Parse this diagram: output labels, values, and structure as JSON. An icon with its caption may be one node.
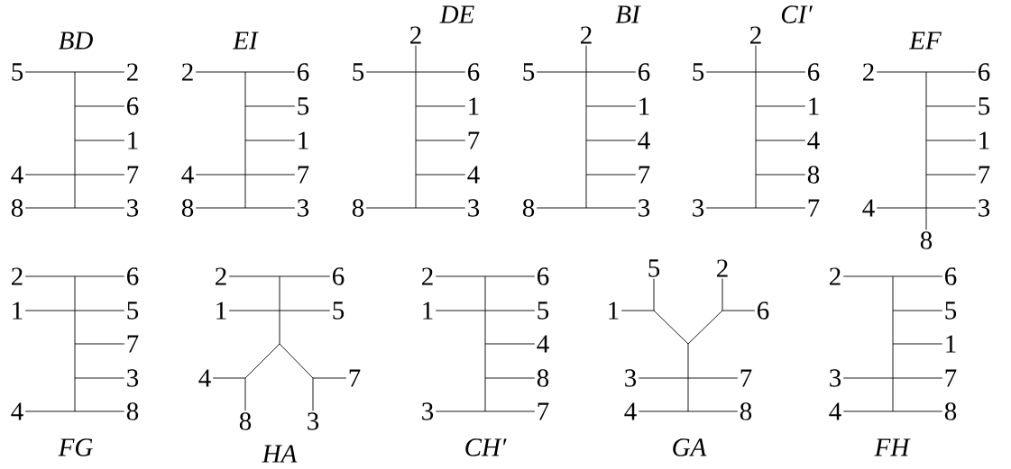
{
  "diagram": {
    "nodes": [
      {
        "text": [],
        "shape": "line"
      },
      {
        "text": [
          "5"
        ]
      },
      {
        "text": [
          "2"
        ]
      },
      {
        "text": [
          "6"
        ]
      },
      {
        "text": [
          "1"
        ]
      },
      {
        "text": [
          "4"
        ]
      },
      {
        "text": [
          "7"
        ]
      },
      {
        "text": [
          "8"
        ]
      },
      {
        "text": [
          "3"
        ]
      },
      {
        "text": [],
        "shape": "line"
      },
      {
        "text": [
          "2"
        ]
      },
      {
        "text": [
          "6"
        ]
      },
      {
        "text": [
          "5"
        ]
      },
      {
        "text": [
          "1"
        ]
      },
      {
        "text": [
          "4"
        ]
      },
      {
        "text": [
          "7"
        ]
      },
      {
        "text": [
          "8"
        ]
      },
      {
        "text": [
          "3"
        ]
      },
      {
        "text": [],
        "shape": "line"
      },
      {
        "text": [
          "2"
        ]
      },
      {
        "text": [
          "5"
        ]
      },
      {
        "text": [
          "6"
        ]
      },
      {
        "text": [
          "1"
        ]
      },
      {
        "text": [
          "7"
        ]
      },
      {
        "text": [
          "4"
        ]
      },
      {
        "text": [
          "8"
        ]
      },
      {
        "text": [
          "3"
        ]
      },
      {
        "text": [],
        "shape": "line"
      },
      {
        "text": [
          "2"
        ]
      },
      {
        "text": [
          "5"
        ]
      },
      {
        "text": [
          "6"
        ]
      },
      {
        "text": [
          "1"
        ]
      },
      {
        "text": [
          "4"
        ]
      },
      {
        "text": [
          "7"
        ]
      },
      {
        "text": [
          "8"
        ]
      },
      {
        "text": [
          "3"
        ]
      },
      {
        "text": [],
        "shape": "line"
      },
      {
        "text": [
          "2"
        ]
      },
      {
        "text": [
          "5"
        ]
      },
      {
        "text": [
          "6"
        ]
      },
      {
        "text": [
          "1"
        ]
      },
      {
        "text": [
          "4"
        ]
      },
      {
        "text": [
          "8"
        ]
      },
      {
        "text": [
          "3"
        ]
      },
      {
        "text": [
          "7"
        ]
      },
      {
        "text": [],
        "shape": "line"
      },
      {
        "text": [
          "2"
        ]
      },
      {
        "text": [
          "6"
        ]
      },
      {
        "text": [
          "5"
        ]
      },
      {
        "text": [
          "1"
        ]
      },
      {
        "text": [
          "7"
        ]
      },
      {
        "text": [
          "4"
        ]
      },
      {
        "text": [
          "3"
        ]
      },
      {
        "text": [
          "8"
        ]
      },
      {
        "text": [],
        "shape": "line"
      },
      {
        "text": [
          "2"
        ]
      },
      {
        "text": [
          "6"
        ]
      },
      {
        "text": [
          "1"
        ]
      },
      {
        "text": [
          "5"
        ]
      },
      {
        "text": [
          "7"
        ]
      },
      {
        "text": [
          "3"
        ]
      },
      {
        "text": [
          "4"
        ]
      },
      {
        "text": [
          "8"
        ]
      },
      {
        "text": [],
        "shape": "line"
      },
      {
        "text": [
          "2"
        ]
      },
      {
        "text": [
          "6"
        ]
      },
      {
        "text": [
          "1"
        ]
      },
      {
        "text": [
          "5"
        ]
      },
      {
        "text": [
          "4"
        ]
      },
      {
        "text": [
          "8"
        ]
      },
      {
        "text": [
          "7"
        ]
      },
      {
        "text": [
          "3"
        ]
      },
      {
        "text": [],
        "shape": "line"
      },
      {
        "text": [
          "2"
        ]
      },
      {
        "text": [
          "6"
        ]
      },
      {
        "text": [
          "1"
        ]
      },
      {
        "text": [
          "5"
        ]
      },
      {
        "text": [
          "4"
        ]
      },
      {
        "text": [
          "8"
        ]
      },
      {
        "text": [
          "3"
        ]
      },
      {
        "text": [
          "7"
        ]
      },
      {
        "text": [],
        "shape": "line"
      },
      {
        "text": [
          "5"
        ]
      },
      {
        "text": [
          "2"
        ]
      },
      {
        "text": [
          "1"
        ]
      },
      {
        "text": [
          "6"
        ]
      },
      {
        "text": [
          "3"
        ]
      },
      {
        "text": [
          "7"
        ]
      },
      {
        "text": [
          "4"
        ]
      },
      {
        "text": [
          "8"
        ]
      },
      {
        "text": [],
        "shape": "line"
      },
      {
        "text": [
          "2"
        ]
      },
      {
        "text": [
          "6"
        ]
      },
      {
        "text": [
          "5"
        ]
      },
      {
        "text": [
          "1"
        ]
      },
      {
        "text": [
          "3"
        ]
      },
      {
        "text": [
          "7"
        ]
      },
      {
        "text": [
          "4"
        ]
      },
      {
        "text": [
          "8"
        ]
      }
    ],
    "labels": [
      "BD",
      "EI",
      "DE",
      "BI",
      "CI′",
      "EF",
      "FG",
      "HA",
      "CH′",
      "GA",
      "FH"
    ],
    "edges": [
      {
        "from": 0,
        "to": 1,
        "arrow": "none"
      },
      {
        "from": 0,
        "to": 2,
        "arrow": "none"
      },
      {
        "from": 0,
        "to": 3,
        "arrow": "none"
      },
      {
        "from": 0,
        "to": 4,
        "arrow": "none"
      },
      {
        "from": 0,
        "to": 5,
        "arrow": "none"
      },
      {
        "from": 0,
        "to": 6,
        "arrow": "none"
      },
      {
        "from": 0,
        "to": 7,
        "arrow": "none"
      },
      {
        "from": 0,
        "to": 8,
        "arrow": "none"
      },
      {
        "from": 9,
        "to": 10,
        "arrow": "none"
      },
      {
        "from": 9,
        "to": 11,
        "arrow": "none"
      },
      {
        "from": 9,
        "to": 12,
        "arrow": "none"
      },
      {
        "from": 9,
        "to": 13,
        "arrow": "none"
      },
      {
        "from": 9,
        "to": 14,
        "arrow": "none"
      },
      {
        "from": 9,
        "to": 15,
        "arrow": "none"
      },
      {
        "from": 9,
        "to": 16,
        "arrow": "none"
      },
      {
        "from": 9,
        "to": 17,
        "arrow": "none"
      },
      {
        "from": 18,
        "to": 19,
        "arrow": "none"
      },
      {
        "from": 18,
        "to": 20,
        "arrow": "none"
      },
      {
        "from": 18,
        "to": 21,
        "arrow": "none"
      },
      {
        "from": 18,
        "to": 22,
        "arrow": "none"
      },
      {
        "from": 18,
        "to": 23,
        "arrow": "none"
      },
      {
        "from": 18,
        "to": 24,
        "arrow": "none"
      },
      {
        "from": 18,
        "to": 25,
        "arrow": "none"
      },
      {
        "from": 18,
        "to": 26,
        "arrow": "none"
      },
      {
        "from": 27,
        "to": 28,
        "arrow": "none"
      },
      {
        "from": 27,
        "to": 29,
        "arrow": "none"
      },
      {
        "from": 27,
        "to": 30,
        "arrow": "none"
      },
      {
        "from": 27,
        "to": 31,
        "arrow": "none"
      },
      {
        "from": 27,
        "to": 32,
        "arrow": "none"
      },
      {
        "from": 27,
        "to": 33,
        "arrow": "none"
      },
      {
        "from": 27,
        "to": 34,
        "arrow": "none"
      },
      {
        "from": 27,
        "to": 35,
        "arrow": "none"
      },
      {
        "from": 36,
        "to": 37,
        "arrow": "none"
      },
      {
        "from": 36,
        "to": 38,
        "arrow": "none"
      },
      {
        "from": 36,
        "to": 39,
        "arrow": "none"
      },
      {
        "from": 36,
        "to": 40,
        "arrow": "none"
      },
      {
        "from": 36,
        "to": 41,
        "arrow": "none"
      },
      {
        "from": 36,
        "to": 42,
        "arrow": "none"
      },
      {
        "from": 36,
        "to": 43,
        "arrow": "none"
      },
      {
        "from": 36,
        "to": 44,
        "arrow": "none"
      },
      {
        "from": 45,
        "to": 46,
        "arrow": "none"
      },
      {
        "from": 45,
        "to": 47,
        "arrow": "none"
      },
      {
        "from": 45,
        "to": 48,
        "arrow": "none"
      },
      {
        "from": 45,
        "to": 49,
        "arrow": "none"
      },
      {
        "from": 45,
        "to": 50,
        "arrow": "none"
      },
      {
        "from": 45,
        "to": 51,
        "arrow": "none"
      },
      {
        "from": 45,
        "to": 52,
        "arrow": "none"
      },
      {
        "from": 45,
        "to": 53,
        "arrow": "none"
      },
      {
        "from": 54,
        "to": 55,
        "arrow": "none"
      },
      {
        "from": 54,
        "to": 56,
        "arrow": "none"
      },
      {
        "from": 54,
        "to": 57,
        "arrow": "none"
      },
      {
        "from": 54,
        "to": 58,
        "arrow": "none"
      },
      {
        "from": 54,
        "to": 59,
        "arrow": "none"
      },
      {
        "from": 54,
        "to": 60,
        "arrow": "none"
      },
      {
        "from": 54,
        "to": 61,
        "arrow": "none"
      },
      {
        "from": 54,
        "to": 62,
        "arrow": "none"
      },
      {
        "from": 63,
        "to": 64,
        "arrow": "none"
      },
      {
        "from": 63,
        "to": 65,
        "arrow": "none"
      },
      {
        "from": 63,
        "to": 66,
        "arrow": "none"
      },
      {
        "from": 63,
        "to": 67,
        "arrow": "none"
      },
      {
        "from": 63,
        "to": 68,
        "arrow": "none"
      },
      {
        "from": 63,
        "to": 69,
        "arrow": "none"
      },
      {
        "from": 63,
        "to": 70,
        "arrow": "none"
      },
      {
        "from": 63,
        "to": 71,
        "arrow": "none"
      },
      {
        "from": 72,
        "to": 73,
        "arrow": "none"
      },
      {
        "from": 72,
        "to": 74,
        "arrow": "none"
      },
      {
        "from": 72,
        "to": 75,
        "arrow": "none"
      },
      {
        "from": 72,
        "to": 76,
        "arrow": "none"
      },
      {
        "from": 72,
        "to": 77,
        "arrow": "none"
      },
      {
        "from": 72,
        "to": 78,
        "arrow": "none"
      },
      {
        "from": 72,
        "to": 79,
        "arrow": "none"
      },
      {
        "from": 72,
        "to": 80,
        "arrow": "none"
      },
      {
        "from": 81,
        "to": 82,
        "arrow": "none"
      },
      {
        "from": 81,
        "to": 83,
        "arrow": "none"
      },
      {
        "from": 81,
        "to": 84,
        "arrow": "none"
      },
      {
        "from": 81,
        "to": 85,
        "arrow": "none"
      },
      {
        "from": 81,
        "to": 86,
        "arrow": "none"
      },
      {
        "from": 81,
        "to": 87,
        "arrow": "none"
      },
      {
        "from": 81,
        "to": 88,
        "arrow": "none"
      },
      {
        "from": 81,
        "to": 89,
        "arrow": "none"
      },
      {
        "from": 90,
        "to": 91,
        "arrow": "none"
      },
      {
        "from": 90,
        "to": 92,
        "arrow": "none"
      },
      {
        "from": 90,
        "to": 93,
        "arrow": "none"
      },
      {
        "from": 90,
        "to": 94,
        "arrow": "none"
      },
      {
        "from": 90,
        "to": 95,
        "arrow": "none"
      },
      {
        "from": 90,
        "to": 96,
        "arrow": "none"
      },
      {
        "from": 90,
        "to": 97,
        "arrow": "none"
      },
      {
        "from": 90,
        "to": 98,
        "arrow": "none"
      }
    ]
  }
}
